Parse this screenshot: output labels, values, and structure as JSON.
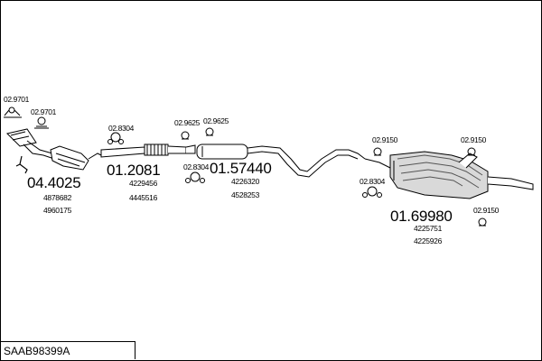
{
  "title": "SAAB98399A",
  "colors": {
    "line": "#000000",
    "pipe_fill": "#ffffff",
    "muffler_fill": "#d9d9d9",
    "muffler_dark": "#555555"
  },
  "labels": {
    "clamp_a": "02.9701",
    "clamp_b": "02.9701",
    "clamp_c": "02.8304",
    "clamp_d": "02.9625",
    "clamp_e": "02.9625",
    "clamp_f": "02.8304",
    "clamp_g": "02.9150",
    "clamp_h": "02.9150",
    "clamp_i": "02.8304",
    "clamp_j": "02.9150",
    "part_front": "04.4025",
    "part_front_ref1": "4878682",
    "part_front_ref2": "4960175",
    "part_mid": "01.2081",
    "part_mid_ref1": "4229456",
    "part_mid_ref2": "4445516",
    "part_center": "01.57440",
    "part_center_ref1": "4226320",
    "part_center_ref2": "4528253",
    "part_rear": "01.69980",
    "part_rear_ref1": "4225751",
    "part_rear_ref2": "4225926"
  }
}
